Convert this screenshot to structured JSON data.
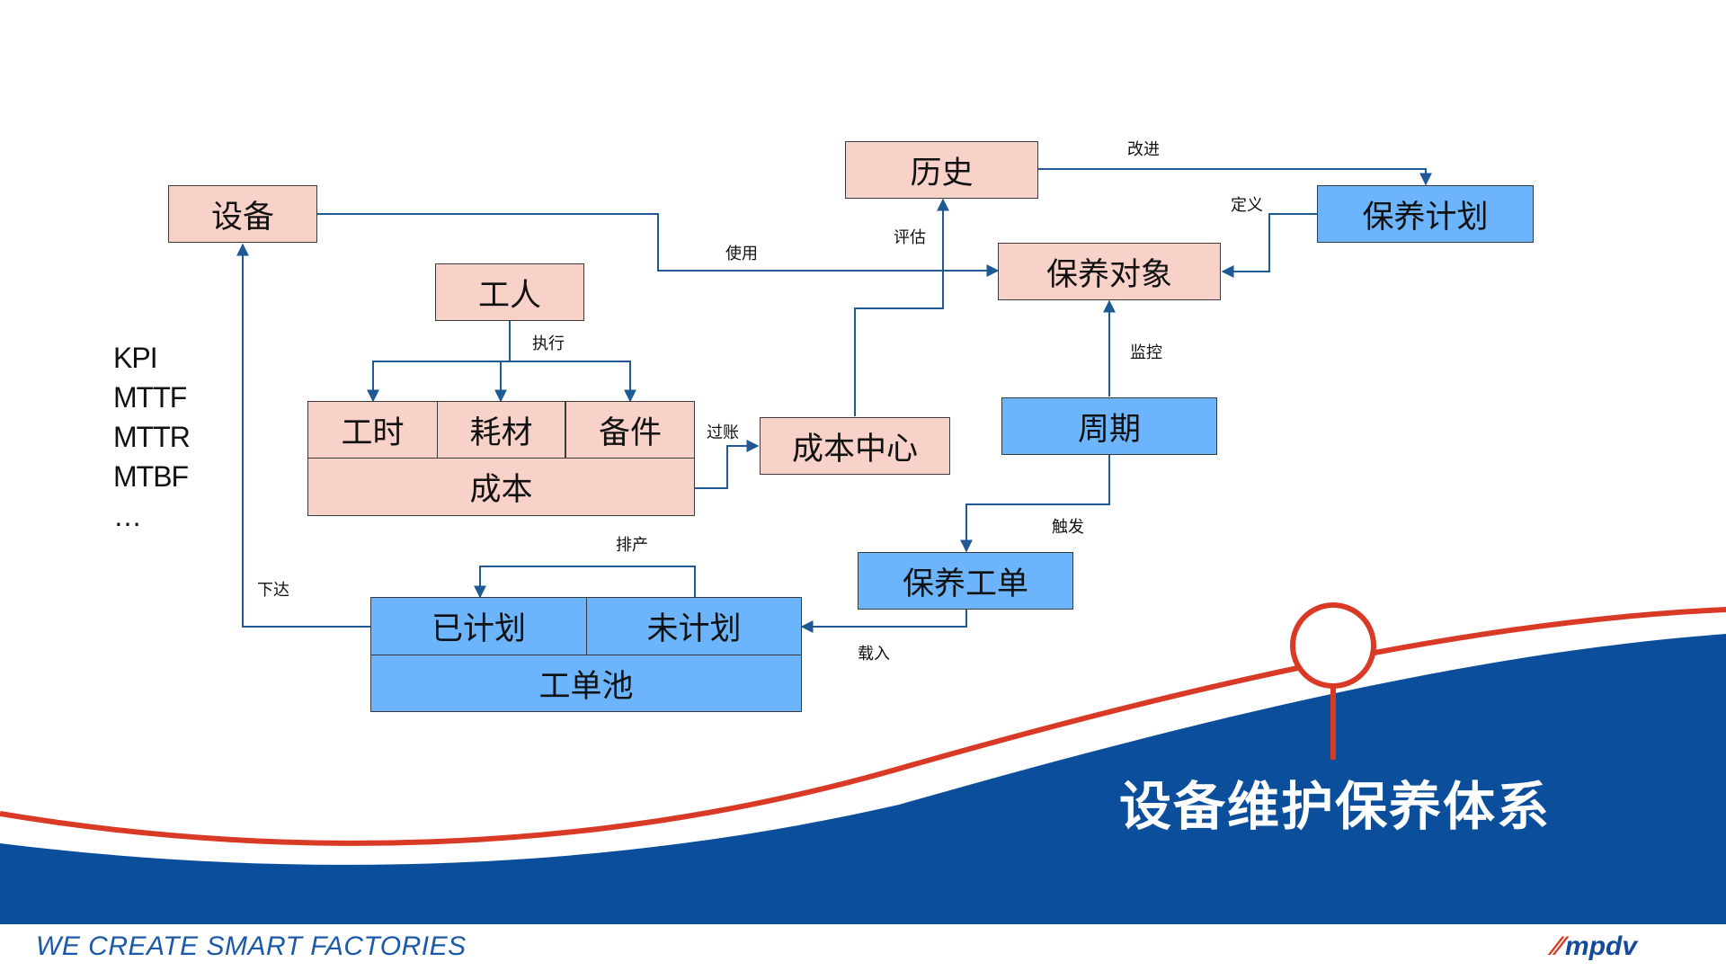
{
  "boxes": {
    "equipment": "设备",
    "history": "历史",
    "maintenance_plan": "保养计划",
    "maintenance_object": "保养对象",
    "worker": "工人",
    "labor_hours": "工时",
    "consumables": "耗材",
    "spare_parts": "备件",
    "cost": "成本",
    "cost_center": "成本中心",
    "cycle": "周期",
    "maintenance_work_order": "保养工单",
    "planned": "已计划",
    "unplanned": "未计划",
    "work_order_pool": "工单池"
  },
  "edge_labels": {
    "improve": "改进",
    "define": "定义",
    "evaluate": "评估",
    "use": "使用",
    "execute": "执行",
    "monitor": "监控",
    "post": "过账",
    "trigger": "触发",
    "schedule": "排产",
    "dispatch": "下达",
    "load": "载入"
  },
  "kpi_list": [
    "KPI",
    "MTTF",
    "MTTR",
    "MTBF",
    "…"
  ],
  "slide_title": "设备维护保养体系",
  "slogan": "WE CREATE SMART FACTORIES",
  "logo_text": "mpdv",
  "colors": {
    "pink_box": "#f8d2c8",
    "blue_box": "#6cb4fb",
    "connector": "#1f5a96",
    "wave_blue": "#0b4f9c",
    "wave_red": "#d83a26"
  }
}
